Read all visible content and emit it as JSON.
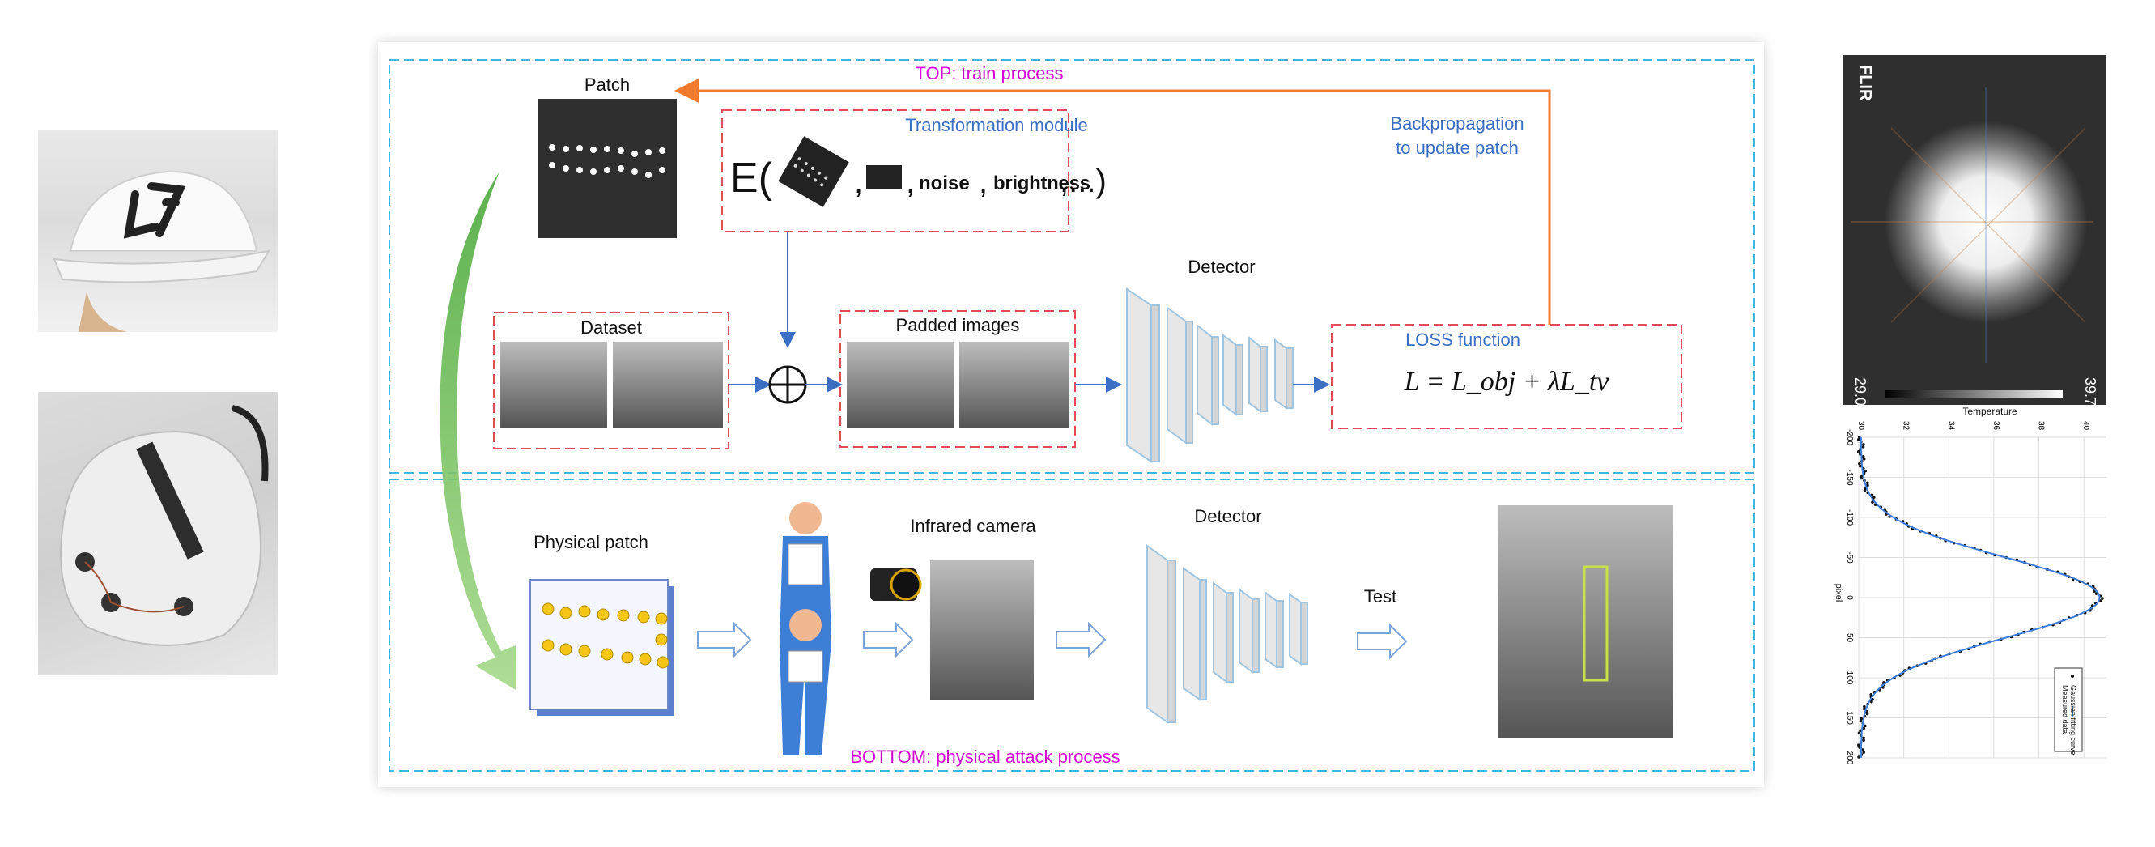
{
  "diagram": {
    "top_label": "TOP: train process",
    "bottom_label": "BOTTOM: physical attack process",
    "patch_title": "Patch",
    "transformation": {
      "title": "Transformation module",
      "expr_open": "E(",
      "noise": "noise",
      "brightness": "brightness",
      "expr_close": ",...)"
    },
    "backprop_line1": "Backpropagation",
    "backprop_line2": "to update patch",
    "dataset_title": "Dataset",
    "padded_title": "Padded images",
    "detector_top": "Detector",
    "loss_title": "LOSS function",
    "loss_formula": "L = L_obj + λL_tv",
    "physical_patch": "Physical patch",
    "infrared_camera": "Infrared camera",
    "detector_bottom": "Detector",
    "test": "Test"
  },
  "thermal": {
    "brand": "FLIR",
    "min_temp": "29.0",
    "max_temp": "39.7"
  },
  "chart_data": {
    "type": "line",
    "title": "Temperature",
    "xlabel": "Temperature",
    "ylabel": "pixel",
    "xlim": [
      30,
      41
    ],
    "ylim": [
      -200,
      200
    ],
    "x_ticks": [
      "30",
      "32",
      "34",
      "36",
      "38",
      "40"
    ],
    "y_ticks": [
      "-200",
      "-150",
      "-100",
      "-50",
      "0",
      "50",
      "100",
      "150",
      "200"
    ],
    "gaussian": {
      "amplitude": 10.6,
      "baseline": 30.1,
      "center": 0,
      "sigma": 50
    },
    "legend": [
      "Measured data",
      "Gaussian fitting curve"
    ],
    "series": [
      {
        "name": "Measured data",
        "style": "dots",
        "color": "#111111"
      },
      {
        "name": "Gaussian fitting curve",
        "style": "line",
        "color": "#3b7dd8"
      }
    ]
  },
  "colors": {
    "magenta": "#d400d4",
    "blue_text": "#3a6fc4",
    "orange_arrow": "#f07a2e",
    "red_dash": "#e44d57",
    "cyan_dash": "#3fb6e0",
    "green_arrow": "#6cbf4c"
  }
}
